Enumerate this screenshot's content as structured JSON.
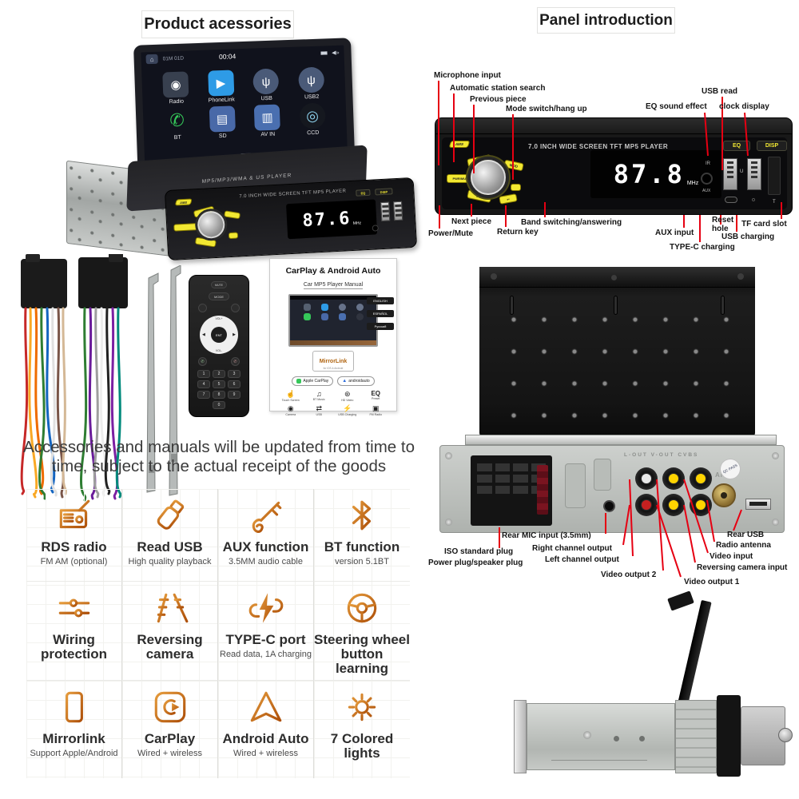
{
  "page": {
    "accent_red": "#e60012",
    "accent_orange": "#c8701a"
  },
  "left": {
    "title": "Product acessories",
    "hero": {
      "status_date": "01M 01D",
      "status_time": "00:04",
      "apps": [
        {
          "label": "Radio",
          "glyph": "◉"
        },
        {
          "label": "PhoneLink",
          "glyph": "▶"
        },
        {
          "label": "USB",
          "glyph": "ψ"
        },
        {
          "label": "USB2",
          "glyph": "ψ"
        },
        {
          "label": "BT",
          "glyph": "✆"
        },
        {
          "label": "SD",
          "glyph": "▤"
        },
        {
          "label": "AV IN",
          "glyph": "▥"
        },
        {
          "label": "CCD",
          "glyph": "◎"
        }
      ],
      "flip_panel_text": "MP5/MP3/WMA & US PLAYER",
      "panel_text": "7.0 INCH WIDE SCREEN TFT  MP5  PLAYER",
      "freq": "87.6",
      "freq_unit": "MHz",
      "btn_ams": "AMS",
      "btn_eq": "EQ",
      "btn_disp": "DISP"
    },
    "remote": {
      "mute": "MUTE",
      "mode": "MODE",
      "ent": "ENT",
      "vol_up": "VOL+",
      "vol_down": "VOL-",
      "prev": "◀",
      "next": "▶",
      "digits": [
        "1",
        "2",
        "3",
        "4",
        "5",
        "6",
        "7",
        "8",
        "9",
        "0"
      ]
    },
    "manual": {
      "title": "CarPlay & Android Auto",
      "subtitle": "Car MP5 Player Manual",
      "languages": [
        "ENGLISH",
        "ESPAÑOL",
        "Русский"
      ],
      "mirrorlink": "MirrorLink",
      "mirrorlink_sub": "for iOS & Android",
      "badge_carplay": "Apple CarPlay",
      "badge_android": "androidauto",
      "features": [
        {
          "glyph": "☝",
          "label": "Touch Screen"
        },
        {
          "glyph": "♫",
          "label": "BT Music"
        },
        {
          "glyph": "⊛",
          "label": "HD Video"
        },
        {
          "glyph": "EQ",
          "label": "Preset"
        },
        {
          "glyph": "◉",
          "label": "Camera"
        },
        {
          "glyph": "⇄",
          "label": "USB"
        },
        {
          "glyph": "⚡",
          "label": "USB Charging"
        },
        {
          "glyph": "▣",
          "label": "FM Radio"
        }
      ]
    },
    "note": "Accessories and manuals will be updated from time to time, subject to the actual receipt of the goods",
    "features": [
      {
        "title": "RDS radio",
        "subtitle": "FM AM (optional)"
      },
      {
        "title": "Read USB",
        "subtitle": "High quality playback"
      },
      {
        "title": "AUX function",
        "subtitle": "3.5MM audio cable"
      },
      {
        "title": "BT function",
        "subtitle": "version 5.1BT"
      },
      {
        "title": "Wiring protection",
        "subtitle": ""
      },
      {
        "title": "Reversing camera",
        "subtitle": ""
      },
      {
        "title": "TYPE-C port",
        "subtitle": "Read data, 1A charging"
      },
      {
        "title": "Steering wheel button learning",
        "subtitle": ""
      },
      {
        "title": "Mirrorlink",
        "subtitle": "Support Apple/Android"
      },
      {
        "title": "CarPlay",
        "subtitle": "Wired + wireless"
      },
      {
        "title": "Android Auto",
        "subtitle": "Wired + wireless"
      },
      {
        "title": "7 Colored lights",
        "subtitle": ""
      }
    ]
  },
  "right": {
    "title": "Panel introduction",
    "front": {
      "panel_text": "7.0 INCH WIDE SCREEN TFT MP5 PLAYER",
      "freq": "87.8",
      "freq_unit": "MHz",
      "btn_eq": "EQ",
      "btn_disp": "DISP",
      "lbl_ir": "IR",
      "lbl_aux": "AUX",
      "lbl_u": "U",
      "lbl_t": "T",
      "btn_ams": "AMS",
      "btn_mod": "MOD",
      "btn_pwr": "PWR/MUT",
      "labels_top": [
        "Microphone input",
        "Automatic station search",
        "Previous piece",
        "Mode switch/hang up",
        "EQ sound effect",
        "USB read",
        "clock display"
      ],
      "labels_bottom": [
        "Power/Mute",
        "Next piece",
        "Return key",
        "Band switching/answering",
        "AUX input",
        "TYPE-C charging",
        "Reset hole",
        "USB charging",
        "TF card slot"
      ]
    },
    "rear": {
      "stamp": "L-OUT   V-OUT   CVBS",
      "ant": "ANT",
      "qc": "QC PASS",
      "labels": [
        "Rear MIC input (3.5mm)",
        "ISO standard plug",
        "Power plug/speaker plug",
        "Right channel output",
        "Left channel output",
        "Video output 2",
        "Video output 1",
        "Reversing camera input",
        "Video input",
        "Radio antenna",
        "Rear USB"
      ]
    }
  }
}
